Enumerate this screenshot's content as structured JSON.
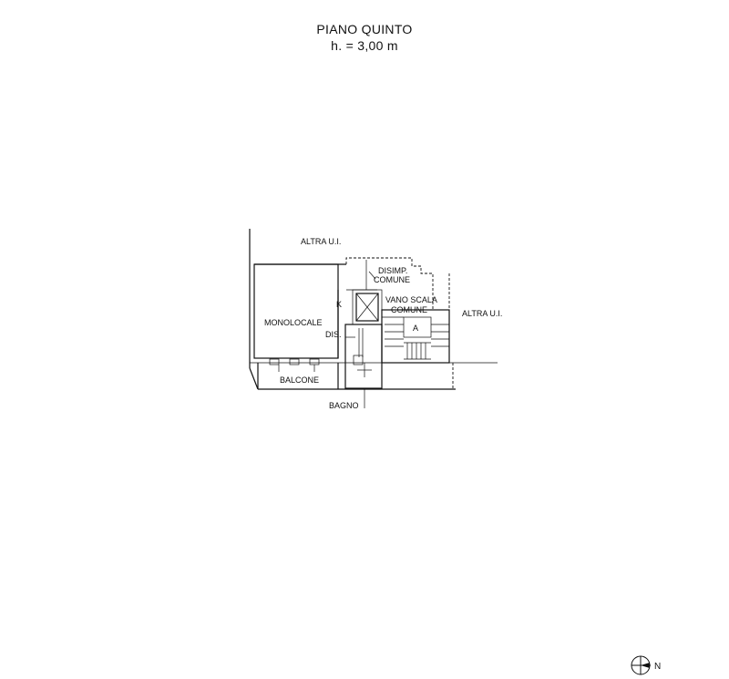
{
  "header": {
    "title": "PIANO QUINTO",
    "subtitle": "h. = 3,00 m"
  },
  "labels": {
    "altra_ui_top": "ALTRA U.I.",
    "altra_ui_right": "ALTRA U.I.",
    "disimp": "DISIMP.",
    "comune_1": "COMUNE",
    "vano_scala": "VANO SCALA",
    "comune_2": "COMUNE",
    "k": "K",
    "monolocale": "MONOLOCALE",
    "dis": "DIS.",
    "a": "A",
    "balcone": "BALCONE",
    "bagno": "BAGNO"
  },
  "compass": {
    "label": "N",
    "icon": "north-arrow-icon"
  }
}
